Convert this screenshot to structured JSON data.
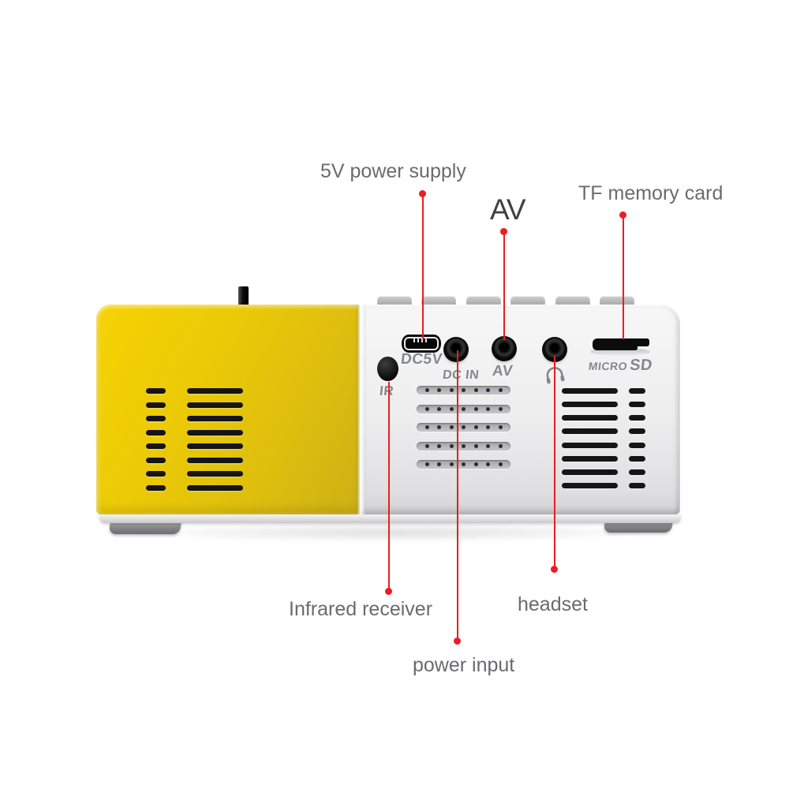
{
  "annotations": {
    "top_labels": [
      {
        "text": "5V power supply"
      },
      {
        "text": "AV"
      },
      {
        "text": "TF memory card"
      }
    ],
    "bottom_labels": [
      {
        "text": "Infrared receiver"
      },
      {
        "text": "power input"
      },
      {
        "text": "headset"
      }
    ]
  },
  "device_markings": {
    "usb": "DC5V",
    "ir": "IR",
    "dc_in": "DC IN",
    "av": "AV",
    "sd_micro": "MICRO",
    "sd": "SD"
  },
  "icons": {
    "headphone_port": "headphones-icon"
  },
  "colors": {
    "annotation_red": "#ED1C24",
    "label_gray": "#6A6B6E",
    "av_label_dark": "#3F4044",
    "body_yellow": "#F0CC06",
    "device_label_gray": "#85878A"
  }
}
